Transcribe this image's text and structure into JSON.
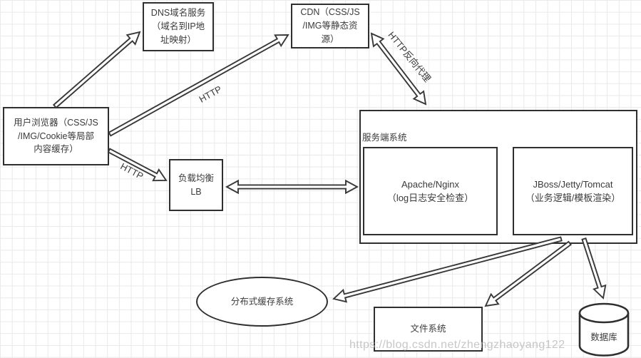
{
  "diagram": {
    "nodes": {
      "dns": {
        "label": "DNS域名服务\n（域名到IP地\n址映射）"
      },
      "cdn": {
        "label": "CDN（CSS/JS\n/IMG等静态资\n源）"
      },
      "browser": {
        "label": "用户浏览器（CSS/JS\n/IMG/Cookie等局部\n内容缓存）"
      },
      "lb": {
        "label": "负载均衡\nLB"
      },
      "server_group": {
        "label": "服务端系统"
      },
      "apache": {
        "label": "Apache/Nginx\n（log日志安全检查）"
      },
      "jboss": {
        "label": "JBoss/Jetty/Tomcat\n（业务逻辑/模板渲染）"
      },
      "cache": {
        "label": "分布式缓存系统"
      },
      "file": {
        "label": "文件系统"
      },
      "db": {
        "label": "数据库"
      }
    },
    "edges": {
      "browser_cdn": {
        "label": "HTTP"
      },
      "browser_lb": {
        "label": "HTTP"
      },
      "cdn_server": {
        "label": "HTTP反向代理"
      }
    },
    "watermark": "https://blog.csdn.net/zhengzhaoyang122",
    "colors": {
      "stroke": "#2f2f2f",
      "grid": "#e9e9e9",
      "watermark": "#b9b9b9"
    }
  }
}
